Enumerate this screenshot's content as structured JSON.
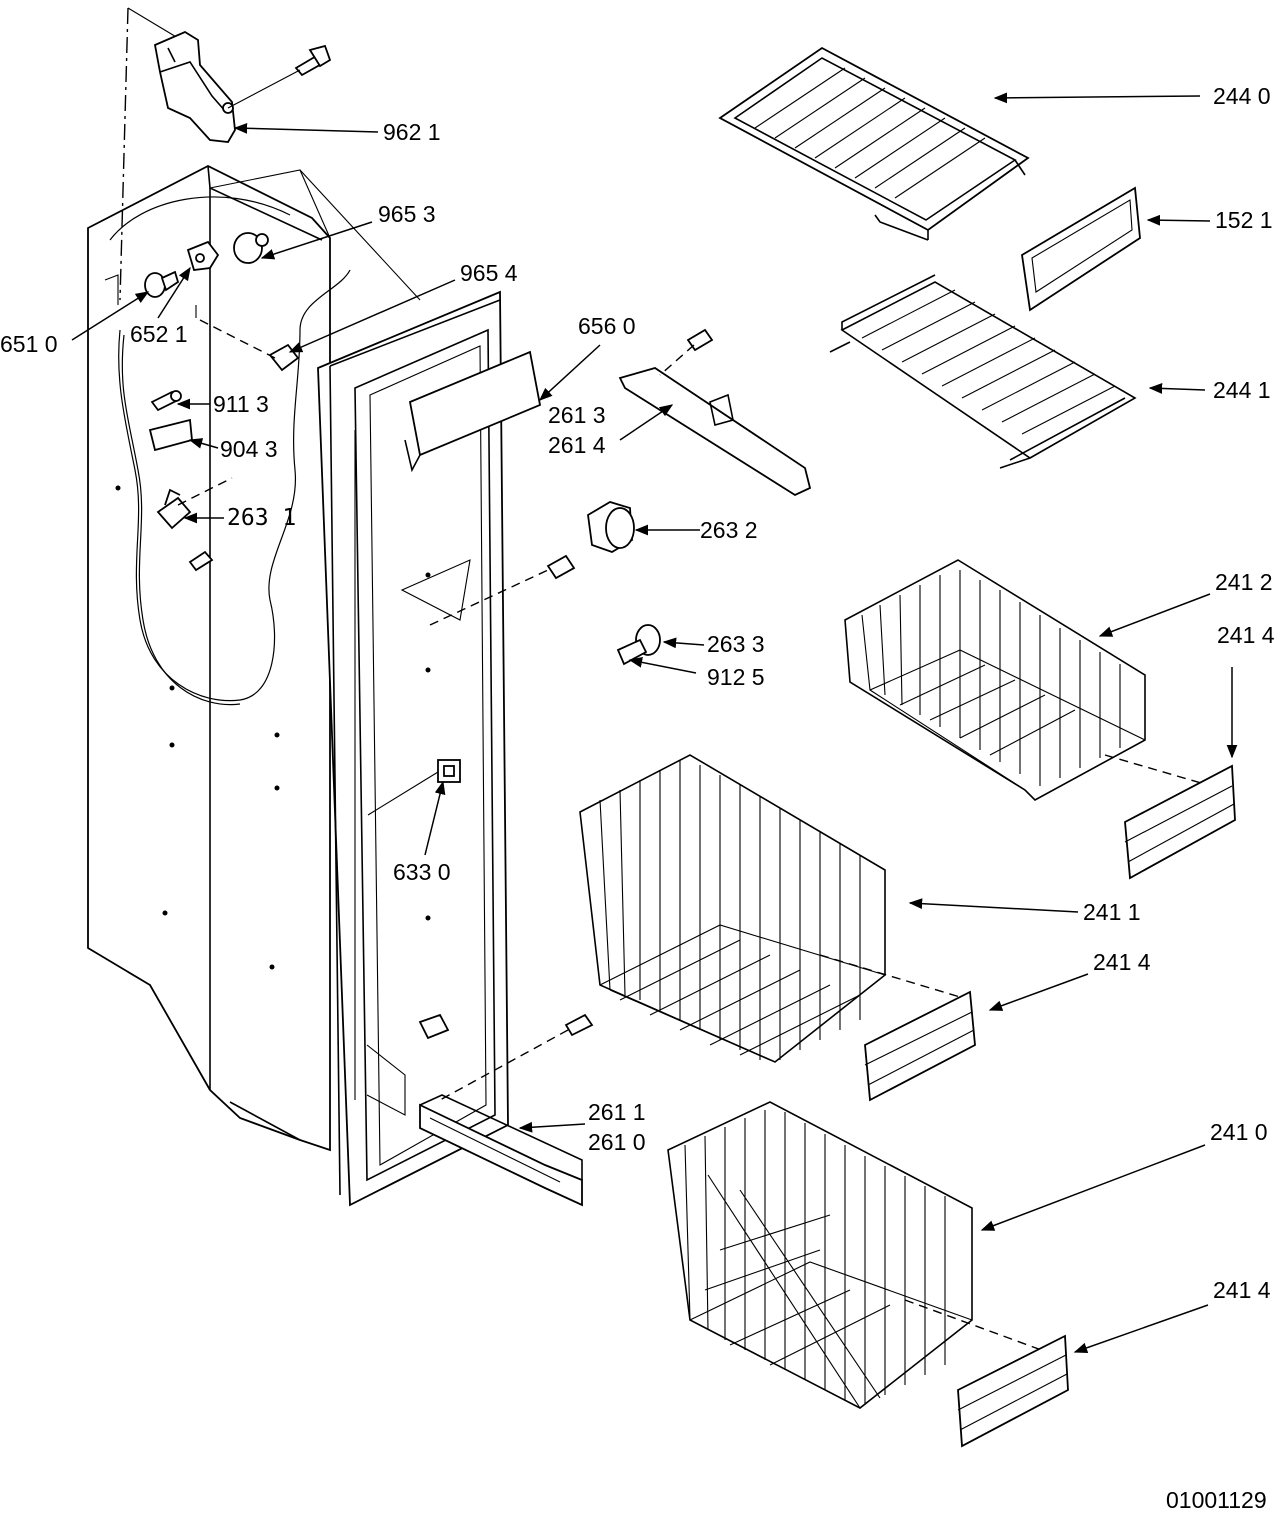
{
  "callouts": [
    {
      "id": "c-9621",
      "text": "962 1"
    },
    {
      "id": "c-9653",
      "text": "965 3"
    },
    {
      "id": "c-9654",
      "text": "965 4"
    },
    {
      "id": "c-6510",
      "text": "651 0"
    },
    {
      "id": "c-6521",
      "text": "652  1"
    },
    {
      "id": "c-9113",
      "text": "911 3"
    },
    {
      "id": "c-9043",
      "text": "904 3"
    },
    {
      "id": "c-2631",
      "text": "263 1"
    },
    {
      "id": "c-6560",
      "text": "656 0"
    },
    {
      "id": "c-2613",
      "text": "261 3"
    },
    {
      "id": "c-2614",
      "text": "261 4"
    },
    {
      "id": "c-2632",
      "text": "263 2"
    },
    {
      "id": "c-2633",
      "text": "263 3"
    },
    {
      "id": "c-9125",
      "text": "912 5"
    },
    {
      "id": "c-6330",
      "text": "633 0"
    },
    {
      "id": "c-2611",
      "text": "261 1"
    },
    {
      "id": "c-2610",
      "text": "261 0"
    },
    {
      "id": "c-2440",
      "text": "244 0"
    },
    {
      "id": "c-1521",
      "text": "152 1"
    },
    {
      "id": "c-2441",
      "text": "244 1"
    },
    {
      "id": "c-2412",
      "text": "241 2"
    },
    {
      "id": "c-2414a",
      "text": "241 4"
    },
    {
      "id": "c-2411",
      "text": "241 1"
    },
    {
      "id": "c-2414b",
      "text": "241 4"
    },
    {
      "id": "c-2410",
      "text": "241 0"
    },
    {
      "id": "c-2414c",
      "text": "241 4"
    }
  ],
  "drawing_number": "01001129"
}
